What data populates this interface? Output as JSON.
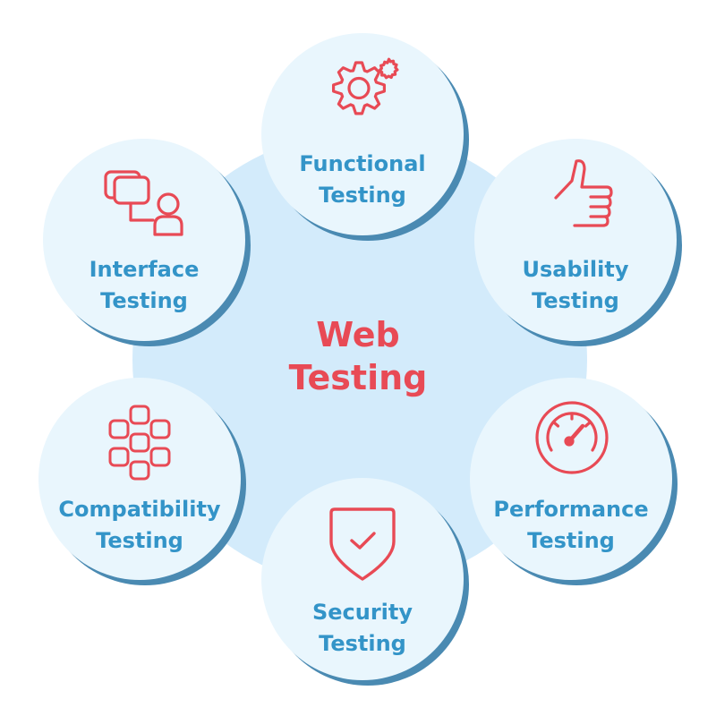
{
  "hub": {
    "line1": "Web",
    "line2": "Testing"
  },
  "nodes": {
    "functional": {
      "line1": "Functional",
      "line2": "Testing",
      "icon": "gears-icon"
    },
    "usability": {
      "line1": "Usability",
      "line2": "Testing",
      "icon": "thumbs-up-icon"
    },
    "performance": {
      "line1": "Performance",
      "line2": "Testing",
      "icon": "speedometer-icon"
    },
    "security": {
      "line1": "Security",
      "line2": "Testing",
      "icon": "shield-check-icon"
    },
    "compatibility": {
      "line1": "Compatibility",
      "line2": "Testing",
      "icon": "grid-blocks-icon"
    },
    "interface": {
      "line1": "Interface",
      "line2": "Testing",
      "icon": "screens-user-icon"
    }
  },
  "colors": {
    "accent_red": "#e84a55",
    "label_blue": "#3394c8",
    "hub_fill": "#d3ebfb",
    "node_fill": "#e9f6fd",
    "node_shadow": "#4a8ab2"
  }
}
